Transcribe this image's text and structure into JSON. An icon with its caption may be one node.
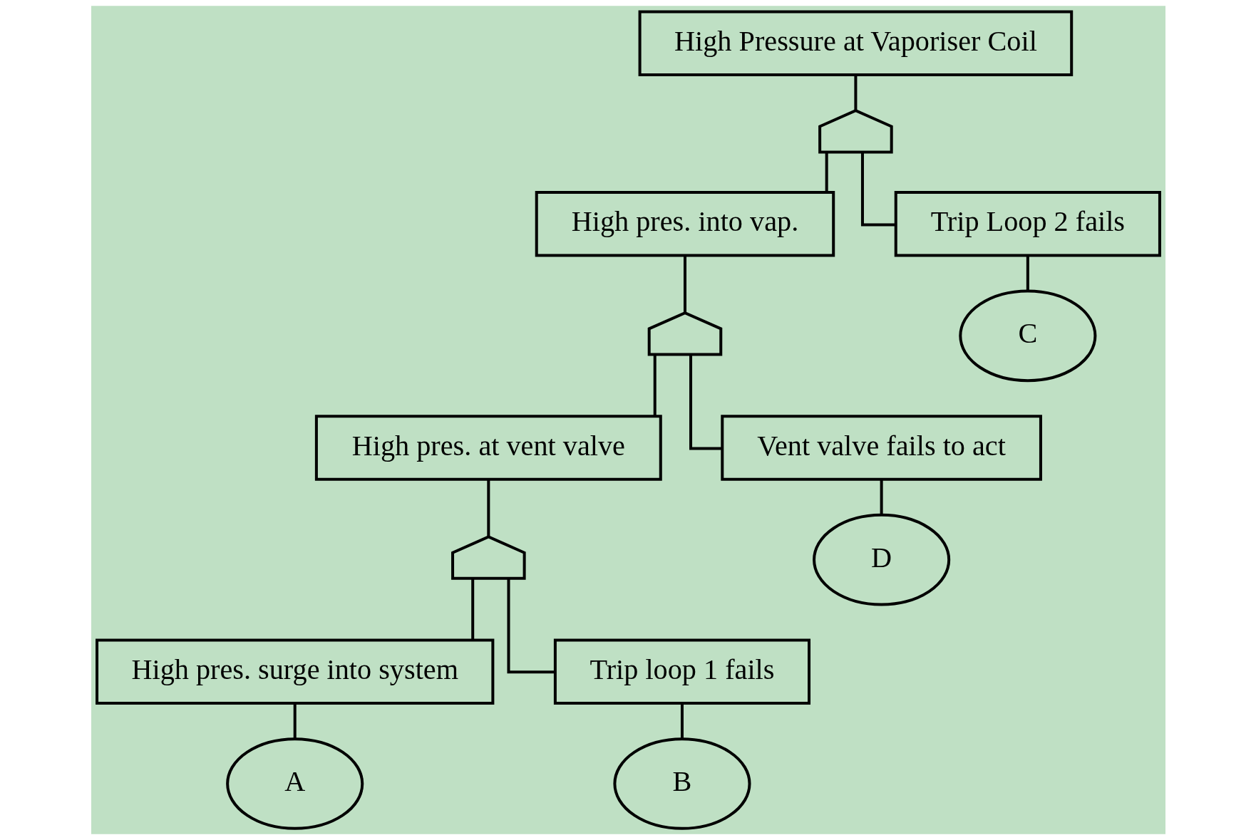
{
  "diagram": {
    "nodes": [
      {
        "text": [
          "High Pressure at Vaporiser Coil"
        ]
      },
      {
        "text": [],
        "shape": "gate"
      },
      {
        "text": [
          "High pres. into vap."
        ]
      },
      {
        "text": [
          "Trip Loop 2 fails"
        ]
      },
      {
        "text": [
          "C"
        ]
      },
      {
        "text": [],
        "shape": "gate"
      },
      {
        "text": [
          "High pres. at vent valve"
        ]
      },
      {
        "text": [
          "Vent valve fails to act"
        ]
      },
      {
        "text": [
          "D"
        ]
      },
      {
        "text": [],
        "shape": "gate"
      },
      {
        "text": [
          "High pres. surge into system"
        ]
      },
      {
        "text": [
          "Trip loop 1 fails"
        ]
      },
      {
        "text": [
          "A"
        ]
      },
      {
        "text": [
          "B"
        ]
      }
    ],
    "edges": [
      {
        "from": 0,
        "to": 1,
        "arrow": "none"
      },
      {
        "from": 1,
        "to": 2,
        "arrow": "none"
      },
      {
        "from": 1,
        "to": 3,
        "arrow": "none"
      },
      {
        "from": 3,
        "to": 4,
        "arrow": "none"
      },
      {
        "from": 2,
        "to": 5,
        "arrow": "none"
      },
      {
        "from": 5,
        "to": 6,
        "arrow": "none"
      },
      {
        "from": 5,
        "to": 7,
        "arrow": "none"
      },
      {
        "from": 7,
        "to": 8,
        "arrow": "none"
      },
      {
        "from": 6,
        "to": 9,
        "arrow": "none"
      },
      {
        "from": 9,
        "to": 10,
        "arrow": "none"
      },
      {
        "from": 9,
        "to": 11,
        "arrow": "none"
      },
      {
        "from": 10,
        "to": 12,
        "arrow": "none"
      },
      {
        "from": 11,
        "to": 13,
        "arrow": "none"
      }
    ]
  }
}
